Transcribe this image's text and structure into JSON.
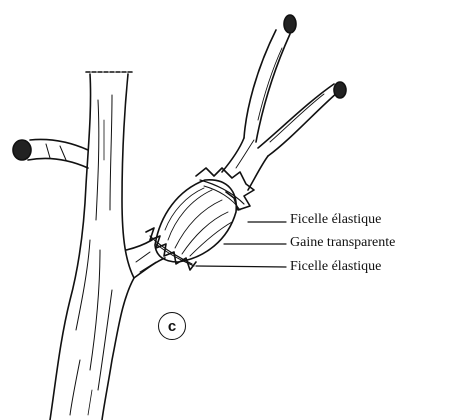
{
  "figure": {
    "letter": "c",
    "labels": [
      "Ficelle élastique",
      "Gaine transparente",
      "Ficelle élastique"
    ]
  },
  "colors": {
    "ink": "#111111",
    "background": "#ffffff"
  }
}
